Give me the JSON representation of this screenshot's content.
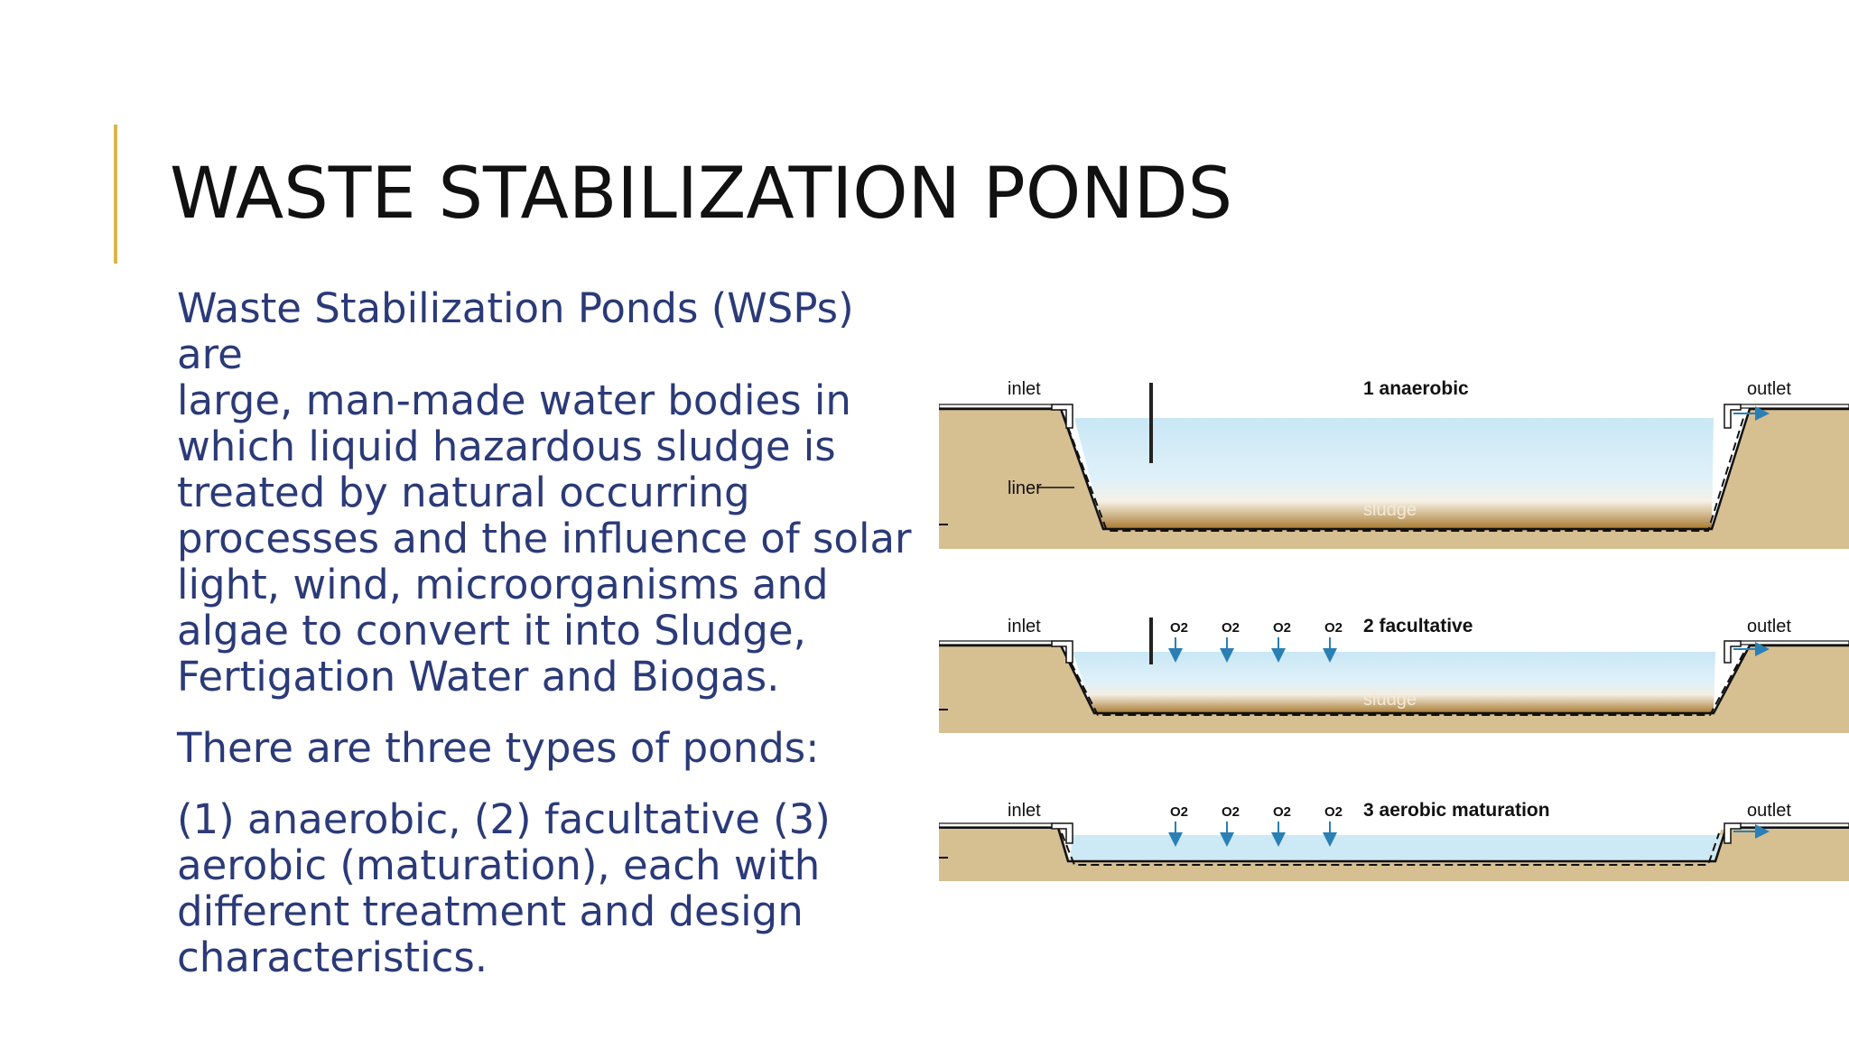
{
  "slide": {
    "title": "WASTE STABILIZATION PONDS",
    "paragraphs": [
      "Waste  Stabilization Ponds (WSPs) are\nlarge, man-made water bodies in\nwhich liquid hazardous sludge is\ntreated by natural occurring\nprocesses and the influence of solar\nlight, wind, microorganisms and\nalgae to convert it into Sludge,\nFertigation Water and Biogas.",
      "There are three types of ponds:",
      "(1) anaerobic, (2) facultative (3)\naerobic (maturation), each with\ndifferent treatment and design\ncharacteristics."
    ]
  },
  "diagram": {
    "ponds": [
      {
        "name": "1 anaerobic",
        "inlet": "inlet",
        "outlet": "outlet",
        "liner": "liner",
        "sludge": "sludge"
      },
      {
        "name": "2 facultative",
        "inlet": "inlet",
        "outlet": "outlet",
        "sludge": "sludge",
        "o2_labels": [
          "O2",
          "O2",
          "O2",
          "O2"
        ]
      },
      {
        "name": "3 aerobic maturation",
        "inlet": "inlet",
        "outlet": "outlet",
        "o2_labels": [
          "O2",
          "O2",
          "O2",
          "O2"
        ]
      }
    ]
  },
  "colors": {
    "accent": "#d8b64a",
    "title": "#111111",
    "body_text": "#2b3a78",
    "ground": "#d6bf91",
    "water": "#cde9f5",
    "sludge": "#b98a3e",
    "arrow": "#2a7fb5"
  }
}
